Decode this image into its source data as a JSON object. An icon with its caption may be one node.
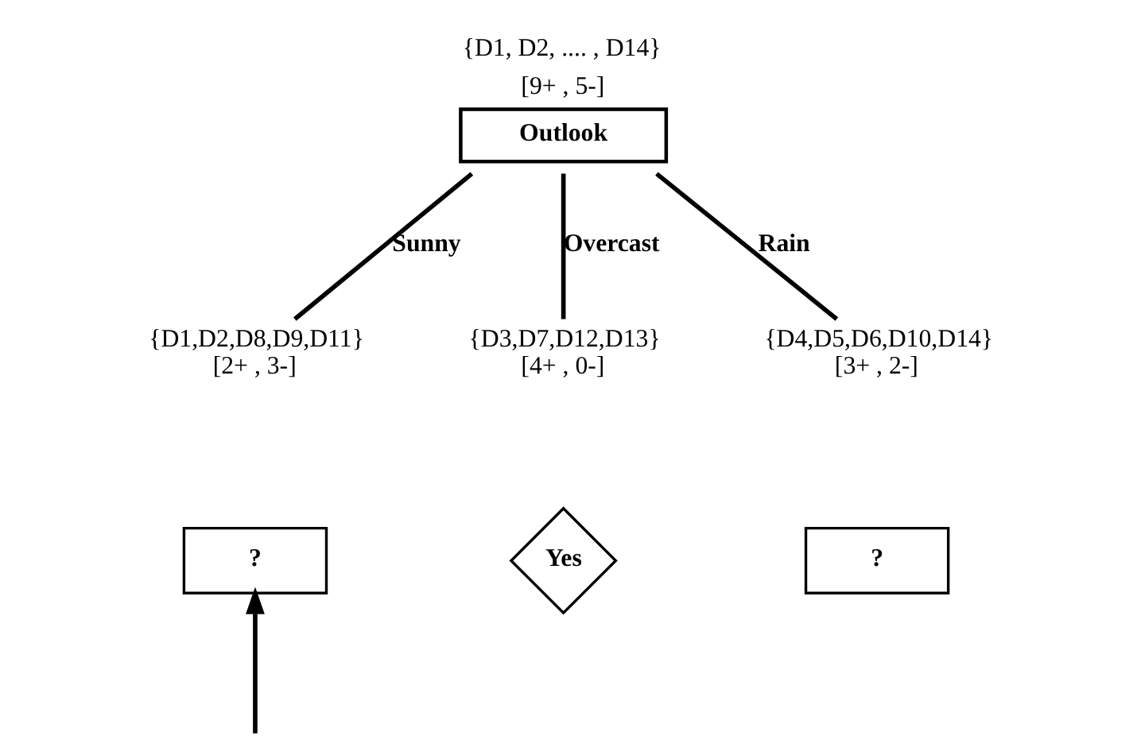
{
  "diagram": {
    "nodes": [
      {
        "text": [
          "Outlook"
        ],
        "beside": [
          "{D1, D2, .... , D14}",
          "[9+ , 5-]"
        ]
      },
      {
        "text": [
          "{D1,D2,D8,D9,D11}",
          "[2+ , 3-]"
        ]
      },
      {
        "text": [
          "{D3,D7,D12,D13}",
          "[4+ , 0-]"
        ]
      },
      {
        "text": [
          "{D4,D5,D6,D10,D14}",
          "[3+ , 2-]"
        ]
      },
      {
        "text": [
          "?"
        ]
      },
      {
        "text": [
          "Yes"
        ]
      },
      {
        "text": [
          "?"
        ]
      }
    ],
    "edges": [
      {
        "from": 0,
        "to": 1,
        "arrow": "none",
        "label": "Sunny"
      },
      {
        "from": 0,
        "to": 2,
        "arrow": "none",
        "label": "Overcast"
      },
      {
        "from": 0,
        "to": 3,
        "arrow": "none",
        "label": "Rain"
      },
      {
        "from": null,
        "to": 4,
        "arrow": "to"
      }
    ]
  }
}
